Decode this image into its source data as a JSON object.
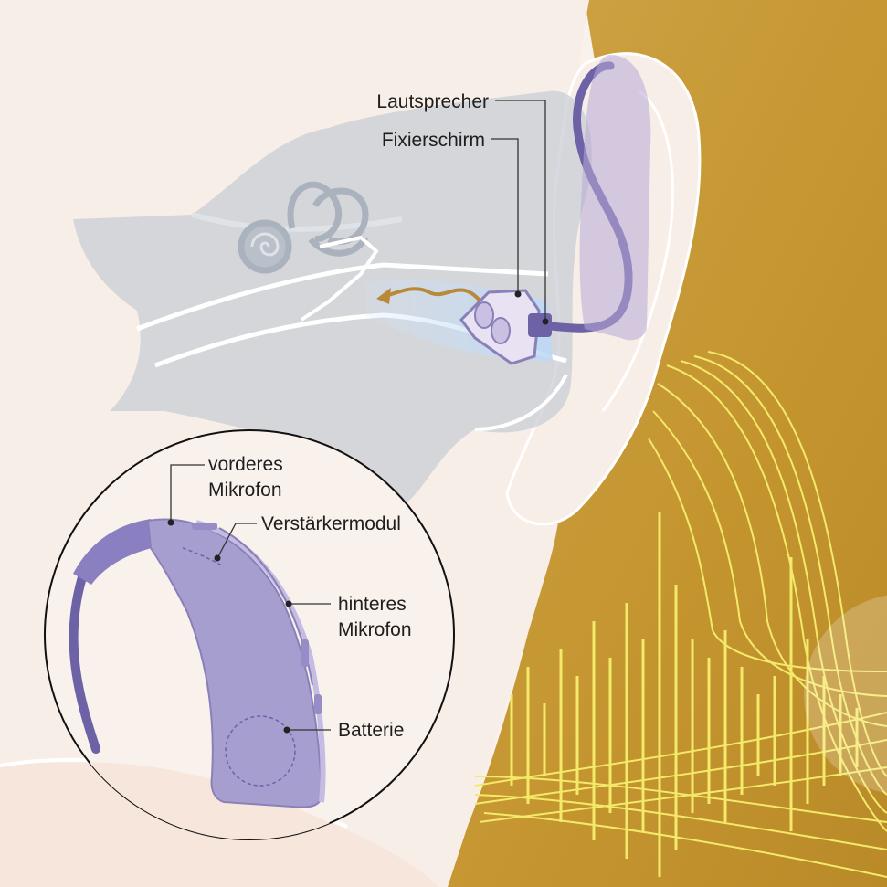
{
  "diagram": {
    "labels": {
      "speaker": "Lautsprecher",
      "dome": "Fixierschirm",
      "front_mic_line1": "vorderes",
      "front_mic_line2": "Mikrofon",
      "amplifier": "Verstärkermodul",
      "rear_mic_line1": "hinteres",
      "rear_mic_line2": "Mikrofon",
      "battery": "Batterie"
    },
    "colors": {
      "background": "#f9f1ec",
      "skin": "#f8eee8",
      "gold": "#c99a35",
      "device_purple": "#a79ed0",
      "tube_purple": "#6d62a6",
      "sound_waves": "#f3ea6a",
      "anatomy_gray": "#c9ced6"
    }
  }
}
